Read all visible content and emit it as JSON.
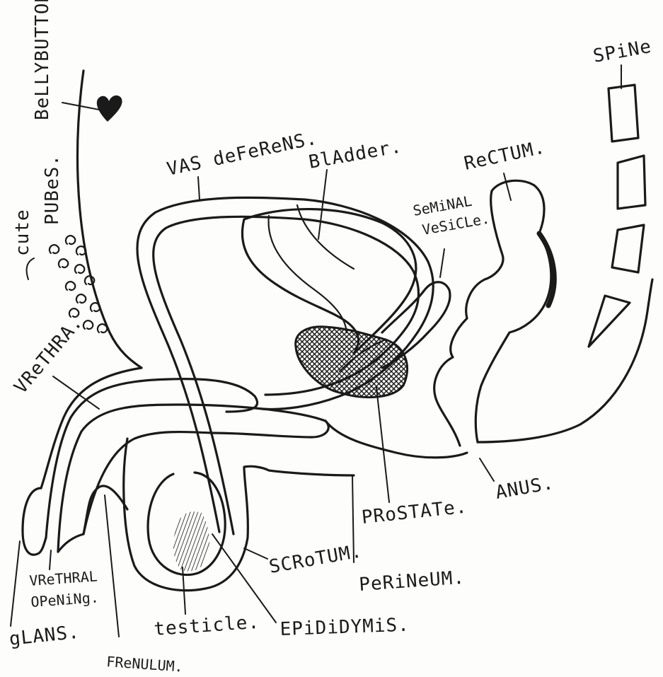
{
  "labels": {
    "bellybutton": "BeLLYBUTTON.",
    "cute": "cute",
    "pubes": "PUBeS.",
    "vas_deferens": "VAS deFeReNS.",
    "bladder": "BlAdder.",
    "rectum": "ReCTUM.",
    "spine": "SPiNe",
    "seminal": "SeMiNAL",
    "vesicle": "VeSiCLe.",
    "urethra": "VReTHRA.",
    "prostate": "PRoSTATe.",
    "anus": "ANUS.",
    "scrotum": "SCRoTUM.",
    "perineum": "PeRiNeUM.",
    "urethral": "VReTHRAL",
    "opening": "OPeNiNg.",
    "glans": "gLANS.",
    "testicle": "testicle.",
    "epididymis": "EPiDiDYMiS.",
    "frenulum": "FReNULUM."
  },
  "colors": {
    "ink": "#1a1a1a",
    "paper": "#fdfdfb"
  }
}
